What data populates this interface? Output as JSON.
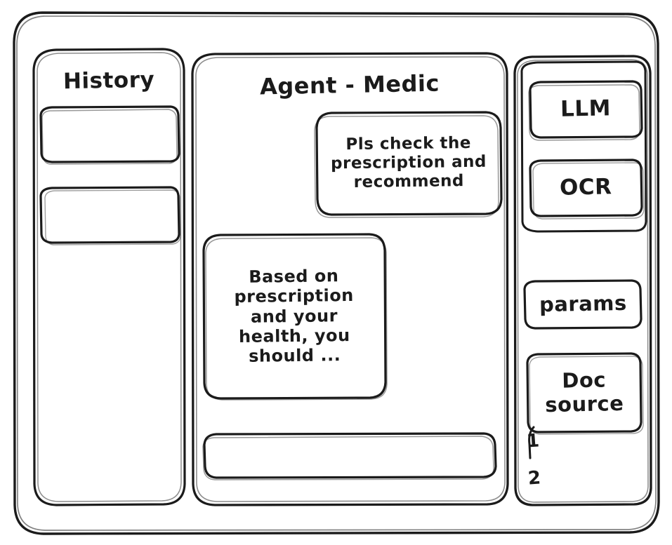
{
  "app": {
    "style": "hand-drawn-wireframe",
    "ink_color": "#1b1b1b",
    "background_color": "#ffffff"
  },
  "sidebar_left": {
    "title": "History",
    "items": [
      {
        "label": ""
      },
      {
        "label": ""
      }
    ]
  },
  "main": {
    "title": "Agent - Medic",
    "messages": [
      {
        "role": "user",
        "text": "Pls check the prescription and recommend"
      },
      {
        "role": "agent",
        "text": "Based on prescription and your health, you should ..."
      }
    ],
    "composer": {
      "value": "",
      "placeholder": ""
    }
  },
  "sidebar_right": {
    "tools": [
      {
        "label": "LLM"
      },
      {
        "label": "OCR"
      }
    ],
    "params": {
      "label": "params"
    },
    "doc_source": {
      "label": "Doc source"
    },
    "sources": [
      {
        "label": "1"
      },
      {
        "label": "2"
      }
    ]
  }
}
